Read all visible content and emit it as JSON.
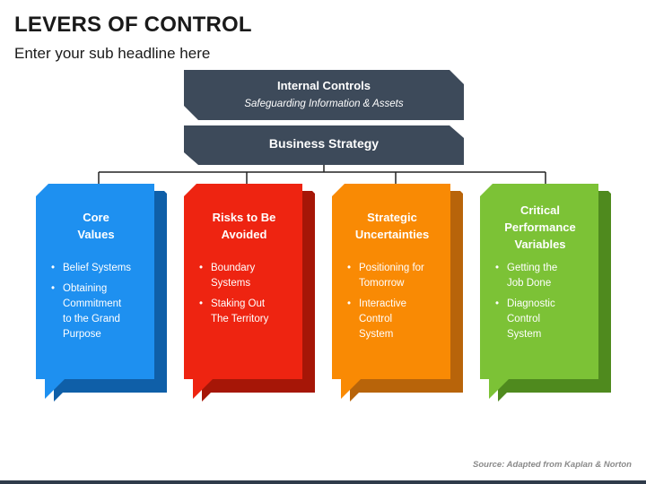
{
  "title": "LEVERS OF CONTROL",
  "subtitle": "Enter your sub headline here",
  "top": {
    "title": "Internal Controls",
    "sub": "Safeguarding Information & Assets"
  },
  "strategy": {
    "label": "Business Strategy"
  },
  "colors": {
    "dark_box": "#3d4a5a",
    "blue": "#1e90f0",
    "red": "#ee2411",
    "orange": "#f98a04",
    "green": "#7cc236"
  },
  "cards": [
    {
      "title": "Core\nValues",
      "items": [
        "Belief Systems",
        "Obtaining\nCommitment\nto the Grand\nPurpose"
      ]
    },
    {
      "title": "Risks to Be\nAvoided",
      "items": [
        "Boundary\nSystems",
        "Staking Out\nThe Territory"
      ]
    },
    {
      "title": "Strategic\nUncertainties",
      "items": [
        "Positioning for\nTomorrow",
        "Interactive\nControl\nSystem"
      ]
    },
    {
      "title": "Critical\nPerformance\nVariables",
      "items": [
        "Getting the\nJob Done",
        "Diagnostic\nControl\nSystem"
      ]
    }
  ],
  "source": "Source: Adapted from Kaplan & Norton"
}
